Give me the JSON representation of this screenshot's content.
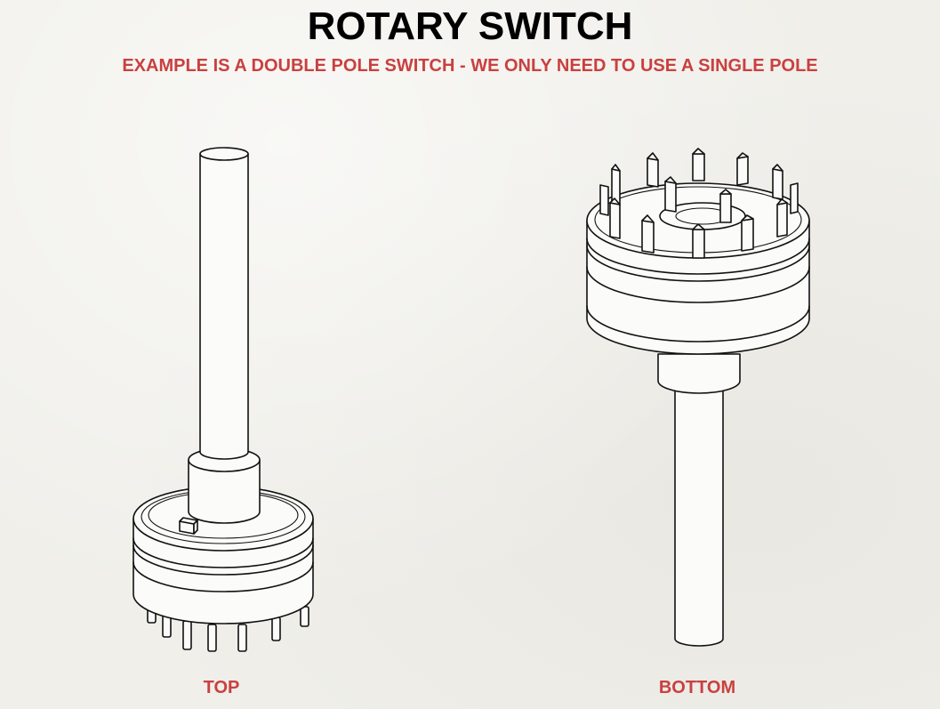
{
  "diagram": {
    "title": "ROTARY SWITCH",
    "subtitle": "EXAMPLE IS A DOUBLE POLE SWITCH - WE ONLY NEED TO USE A SINGLE POLE",
    "views": [
      {
        "label": "TOP"
      },
      {
        "label": "BOTTOM"
      }
    ]
  },
  "colors": {
    "title": "#000000",
    "accent": "#c9403f",
    "background": "#f0efea",
    "line": "#111111"
  }
}
